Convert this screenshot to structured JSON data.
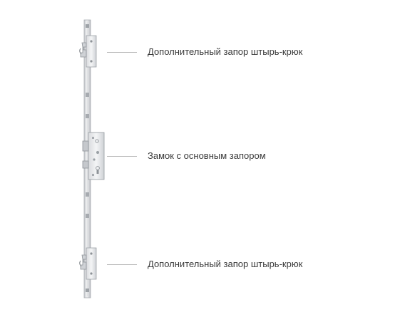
{
  "callouts": [
    {
      "text": "Дополнительный запор штырь-крюк"
    },
    {
      "text": "Замок с основным запором"
    },
    {
      "text": "Дополнительный запор штырь-крюк"
    }
  ]
}
